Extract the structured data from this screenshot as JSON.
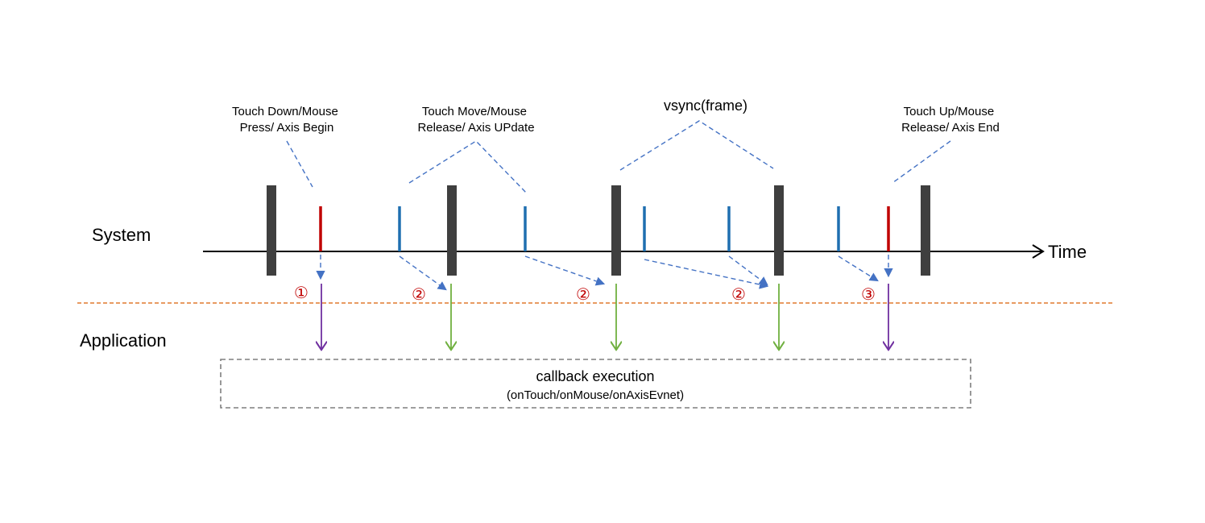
{
  "lanes": {
    "system": "System",
    "application": "Application"
  },
  "axis": {
    "label": "Time"
  },
  "annotations": {
    "touch_down": [
      "Touch Down/Mouse",
      "Press/ Axis Begin"
    ],
    "touch_move": [
      "Touch Move/Mouse",
      "Release/ Axis UPdate"
    ],
    "vsync": "vsync(frame)",
    "touch_up": [
      "Touch Up/Mouse",
      "Release/ Axis End"
    ]
  },
  "markers": [
    "①",
    "②",
    "②",
    "②",
    "③"
  ],
  "callback_box": {
    "title": "callback execution",
    "subtitle": "(onTouch/onMouse/onAxisEvnet)"
  },
  "colors": {
    "vsync_bar": "#3f3f3f",
    "begin_end_event": "#c00000",
    "update_event": "#1f6fb0",
    "connector": "#4472c4",
    "divider": "#e07a2e",
    "begin_end_callback": "#7030a0",
    "update_callback": "#70b040",
    "box_border": "#7f7f7f",
    "marker": "#c00000"
  }
}
